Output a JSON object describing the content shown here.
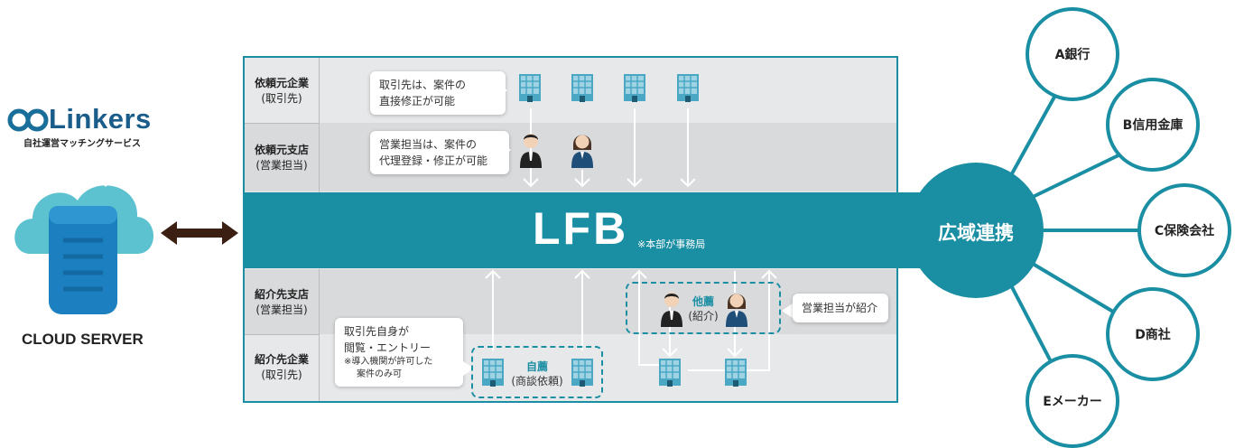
{
  "logo": {
    "name": "Linkers",
    "tagline": "自社運営マッチングサービス"
  },
  "cloud_label": "CLOUD SERVER",
  "rows": {
    "client_company": {
      "line1": "依頼元企業",
      "line2": "(取引先)"
    },
    "client_branch": {
      "line1": "依頼元支店",
      "line2": "(営業担当)"
    },
    "referral_branch": {
      "line1": "紹介先支店",
      "line2": "(営業担当)"
    },
    "referral_company": {
      "line1": "紹介先企業",
      "line2": "(取引先)"
    }
  },
  "bubbles": {
    "client_edit": {
      "line1": "取引先は、案件の",
      "line2": "直接修正が可能"
    },
    "sales_edit": {
      "line1": "営業担当は、案件の",
      "line2": "代理登録・修正が可能"
    },
    "sales_referral": {
      "text": "営業担当が紹介"
    },
    "self_entry": {
      "line1": "取引先自身が",
      "line2": "閲覧・エントリー",
      "note1": "※導入機関が許可した",
      "note2": "案件のみ可"
    }
  },
  "lfb": {
    "title": "LFB",
    "note": "※本部が事務局"
  },
  "hub": {
    "label": "広域連携"
  },
  "recommend": {
    "other": {
      "title": "他薦",
      "sub": "(紹介)"
    },
    "self": {
      "title": "自薦",
      "sub": "(商談依頼)"
    }
  },
  "partners": [
    "A銀行",
    "B信用金庫",
    "C保険会社",
    "D商社",
    "Eメーカー"
  ],
  "colors": {
    "teal": "#1a8ea3",
    "panel": "#e7e8ea",
    "row_alt": "#d8d9db",
    "arrow": "#3b1f12"
  },
  "icons": [
    "building-icon",
    "salesman-icon",
    "saleswoman-icon",
    "cloud-server-icon",
    "double-arrow-icon",
    "infinity-logo-icon"
  ]
}
